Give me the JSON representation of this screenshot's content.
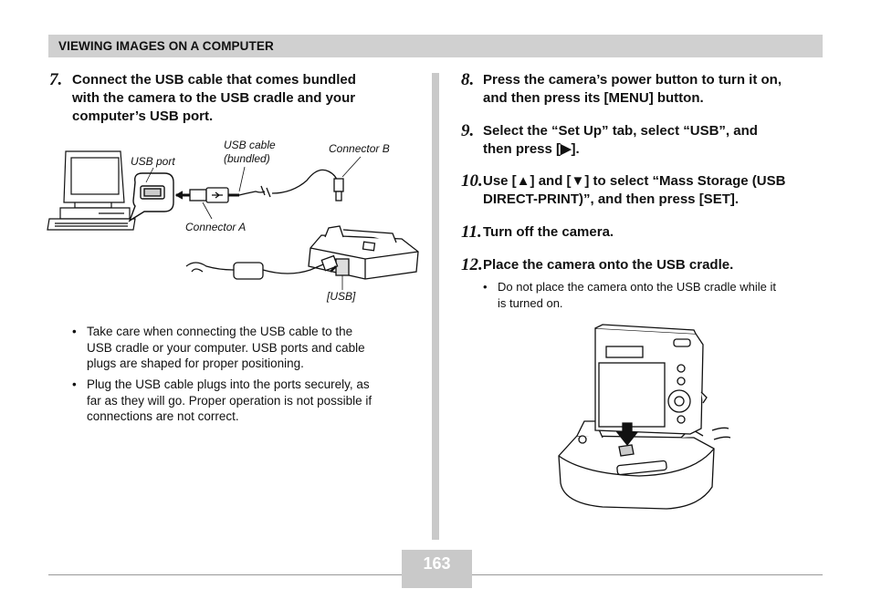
{
  "header": {
    "title": "VIEWING IMAGES ON A COMPUTER"
  },
  "left": {
    "step7": {
      "number": "7.",
      "text_lines": [
        "Connect the USB cable that comes bundled",
        "with the camera to the USB cradle and your",
        "computer’s USB port."
      ]
    },
    "diagram_labels": {
      "usb_port": "USB port",
      "usb_cable_line1": "USB cable",
      "usb_cable_line2": "(bundled)",
      "connector_b": "Connector B",
      "connector_a": "Connector A",
      "usb": "[USB]"
    },
    "bullets": [
      {
        "lines": [
          "Take care when connecting the USB cable to the",
          "USB cradle or your computer. USB ports and cable",
          "plugs are shaped for proper positioning."
        ]
      },
      {
        "lines": [
          "Plug the USB cable plugs into the ports securely, as",
          "far as they will go. Proper operation is not possible if",
          "connections are not correct."
        ]
      }
    ]
  },
  "right": {
    "steps": [
      {
        "number": "8.",
        "lines": [
          "Press the camera’s power button to turn it on,",
          "and then press its [MENU] button."
        ]
      },
      {
        "number": "9.",
        "lines": [
          "Select the “Set Up” tab, select “USB”, and",
          "then press [▶]."
        ]
      },
      {
        "number": "10.",
        "lines": [
          "Use [▲] and [▼] to select “Mass Storage (USB",
          "DIRECT-PRINT)”, and then press [SET]."
        ]
      },
      {
        "number": "11.",
        "lines": [
          "Turn off the camera."
        ]
      },
      {
        "number": "12.",
        "lines": [
          "Place the camera onto the USB cradle."
        ]
      }
    ],
    "note": {
      "lines": [
        "Do not place the camera onto the USB cradle while it",
        "is turned on."
      ]
    }
  },
  "page_number": "163",
  "bullet_glyph": "•",
  "colors": {
    "header_bg": "#d0d0d0",
    "divider": "#c9c9c9",
    "badge": "#c9c9c9"
  }
}
